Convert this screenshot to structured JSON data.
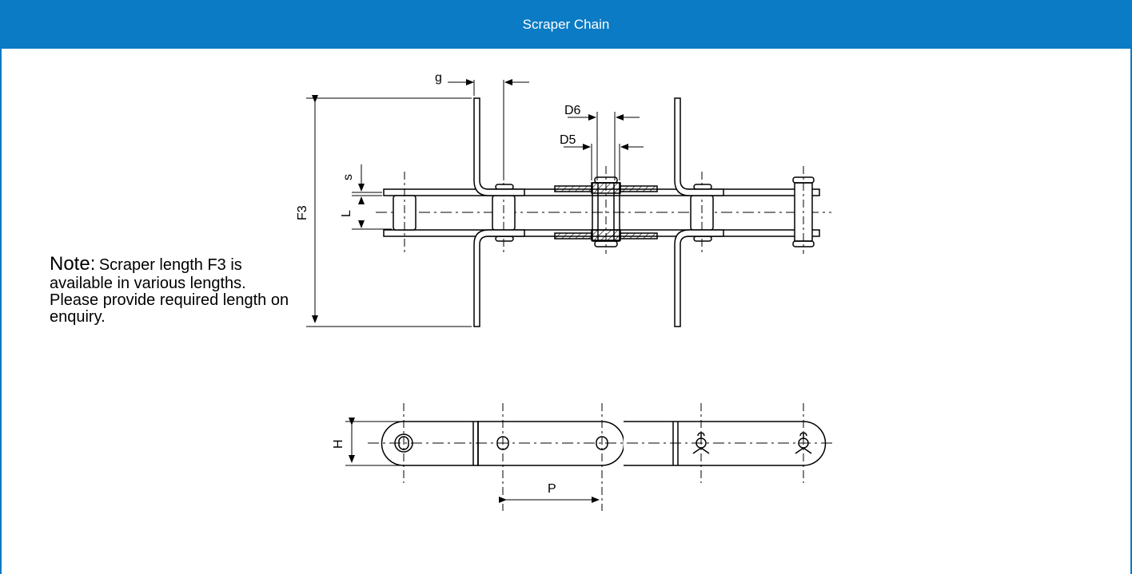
{
  "header": {
    "title": "Scraper Chain"
  },
  "note": {
    "lead": "Note:",
    "text": "Scraper length F3 is available in various lengths. Please provide required length on enquiry."
  },
  "dimensions": {
    "g": "g",
    "d6": "D6",
    "d5": "D5",
    "s": "s",
    "f3": "F3",
    "l": "L",
    "h": "H",
    "p": "P"
  },
  "colors": {
    "accent": "#0a7bc4",
    "line": "#000000"
  }
}
